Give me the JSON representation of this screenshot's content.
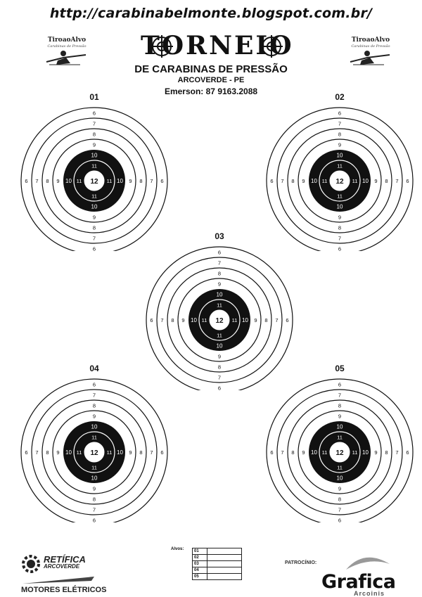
{
  "header": {
    "url": "http://carabinabelmonte.blogspot.com.br/",
    "logo_word": "TiroaoAlvo",
    "logo_sub": "Carabinas de Pressão",
    "banner": "TORNEIO",
    "title": "DE CARABINAS DE PRESSÃO",
    "city": "ARCOVERDE - PE",
    "contact": "Emerson: 87 9163.2088"
  },
  "targets": [
    {
      "num": "01"
    },
    {
      "num": "02"
    },
    {
      "num": "03"
    },
    {
      "num": "04"
    },
    {
      "num": "05"
    }
  ],
  "ring_values": [
    "6",
    "7",
    "8",
    "9",
    "10",
    "11",
    "12"
  ],
  "footer": {
    "alvos_label": "Alvos:",
    "alvos_rows": [
      "01",
      "02",
      "03",
      "04",
      "05"
    ],
    "sponsor_label": "PATROCÍNIO:",
    "sponsor_name": "Grafica",
    "sponsor_sub": "Arcoinis",
    "retifica": "RETÍFICA",
    "retifica_sub": "ARCOVERDE",
    "motores": "MOTORES ELÉTRICOS"
  }
}
